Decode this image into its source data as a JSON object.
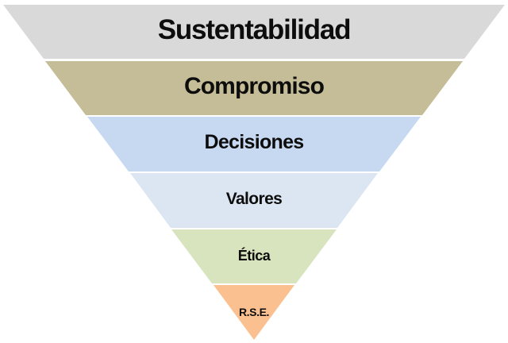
{
  "diagram": {
    "type": "inverted-pyramid",
    "levels": [
      {
        "label": "Sustentabilidad",
        "color": "#D9D9D9"
      },
      {
        "label": "Compromiso",
        "color": "#C4BD97"
      },
      {
        "label": "Decisiones",
        "color": "#C6D9F1"
      },
      {
        "label": "Valores",
        "color": "#DCE6F2"
      },
      {
        "label": "Ética",
        "color": "#D7E4BD"
      },
      {
        "label": "R.S.E.",
        "color": "#FAC090"
      }
    ],
    "text_color": "#0D0D0D",
    "background": "#FFFFFF"
  }
}
